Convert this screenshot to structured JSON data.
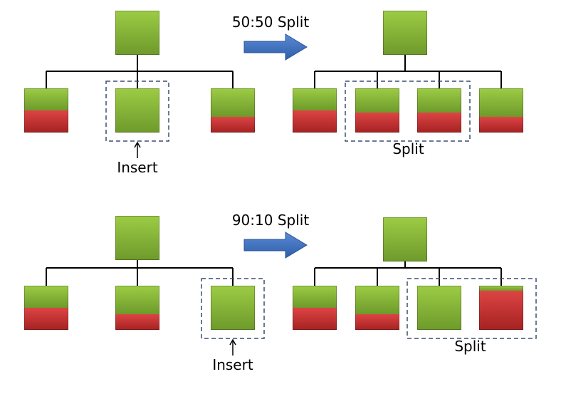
{
  "colors": {
    "green": "#8fbc3d",
    "green_dark": "#6f9a2a",
    "red": "#d23b3b",
    "red_dark": "#a82424",
    "arrow_blue": "#3f6fb8",
    "line": "#000000",
    "dash_outline": "#3a4f6e"
  },
  "scenarios": [
    {
      "split_label": "50:50 Split",
      "insert_label": "Insert",
      "result_label": "Split",
      "before_leaf_fill_ratios": [
        0.5,
        0.0,
        0.35
      ],
      "insert_index": 1,
      "after_leaf_fill_ratios": [
        0.5,
        0.45,
        0.45,
        0.35
      ],
      "split_group": [
        1,
        2
      ]
    },
    {
      "split_label": "90:10 Split",
      "insert_label": "Insert",
      "result_label": "Split",
      "before_leaf_fill_ratios": [
        0.5,
        0.35,
        0.0
      ],
      "insert_index": 2,
      "after_leaf_fill_ratios": [
        0.5,
        0.35,
        0.0,
        0.88
      ],
      "split_group": [
        2,
        3
      ]
    }
  ]
}
